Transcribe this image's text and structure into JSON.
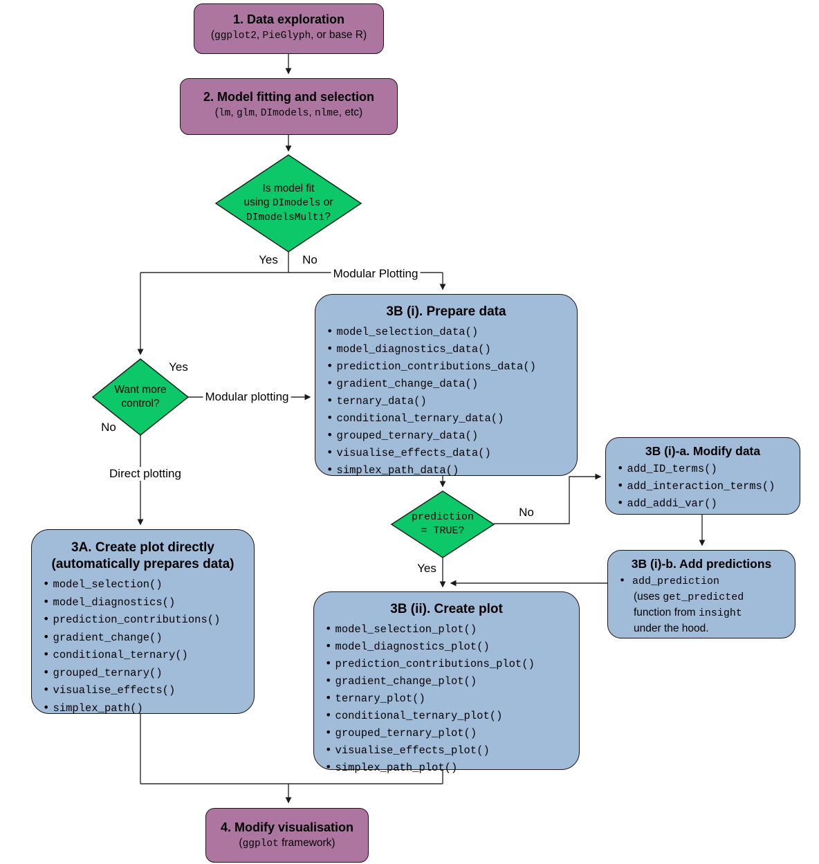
{
  "colors": {
    "node_purple": "#ad76a0",
    "node_green": "#0dc868",
    "node_blue": "#a0bcd9",
    "border": "#201018",
    "wire": "#2b2b2b"
  },
  "nodes": {
    "data_exploration": {
      "title": "1. Data exploration",
      "sub": {
        "open": "(",
        "code1": "ggplot2",
        "sep1": ", ",
        "code2": "PieGlyph",
        "close": ", or base R)"
      }
    },
    "model_fitting": {
      "title": "2. Model fitting and selection",
      "sub": {
        "open": "(",
        "code1": "lm",
        "sep1": ", ",
        "code2": "glm",
        "sep2": ", ",
        "code3": "DImodels",
        "sep3": ", ",
        "code4": "nlme",
        "close": ", etc)"
      }
    },
    "is_model_fit": {
      "line1": "Is model fit",
      "line2_pre": "using ",
      "line2_code": "DImodels",
      "line2_post": " or",
      "line3_code": "DImodelsMulti",
      "line3_post": "?"
    },
    "want_more_control": {
      "line1": "Want more",
      "line2": "control?"
    },
    "prepare_data": {
      "title": "3B (i). Prepare data",
      "items": [
        "model_selection_data()",
        "model_diagnostics_data()",
        "prediction_contributions_data()",
        "gradient_change_data()",
        "ternary_data()",
        "conditional_ternary_data()",
        "grouped_ternary_data()",
        "visualise_effects_data()",
        "simplex_path_data()"
      ]
    },
    "create_plot_directly": {
      "title_line1": "3A. Create plot directly",
      "title_line2": "(automatically prepares data)",
      "items": [
        "model_selection()",
        "model_diagnostics()",
        "prediction_contributions()",
        "gradient_change()",
        "conditional_ternary()",
        "grouped_ternary()",
        "visualise_effects()",
        "simplex_path()"
      ]
    },
    "modify_data": {
      "title": "3B (i)-a. Modify data",
      "items": [
        "add_ID_terms()",
        "add_interaction_terms()",
        "add_addi_var()"
      ]
    },
    "add_predictions": {
      "title": "3B (i)-b. Add predictions",
      "bullet": {
        "code1": "add_prediction",
        "t1": "(uses ",
        "code2": "get_predicted",
        "t2": "function from ",
        "code3": "insight",
        "t3": "under the hood."
      }
    },
    "prediction_true": {
      "line1": "prediction",
      "line2": "= TRUE?"
    },
    "create_plot": {
      "title": "3B (ii). Create plot",
      "items": [
        "model_selection_plot()",
        "model_diagnostics_plot()",
        "prediction_contributions_plot()",
        "gradient_change_plot()",
        "ternary_plot()",
        "conditional_ternary_plot()",
        "grouped_ternary_plot()",
        "visualise_effects_plot()",
        "simplex_path_plot()"
      ]
    },
    "modify_visualisation": {
      "title": "4. Modify visualisation",
      "sub": {
        "open": "(",
        "code": "ggplot",
        "close": " framework)"
      }
    }
  },
  "edge_labels": {
    "yes_model_fit": "Yes",
    "no_model_fit": "No",
    "modular_plotting_top": "Modular Plotting",
    "yes_control": "Yes",
    "modular_plotting_mid": "Modular plotting",
    "no_control": "No",
    "direct_plotting": "Direct plotting",
    "no_prediction": "No",
    "yes_prediction": "Yes"
  }
}
